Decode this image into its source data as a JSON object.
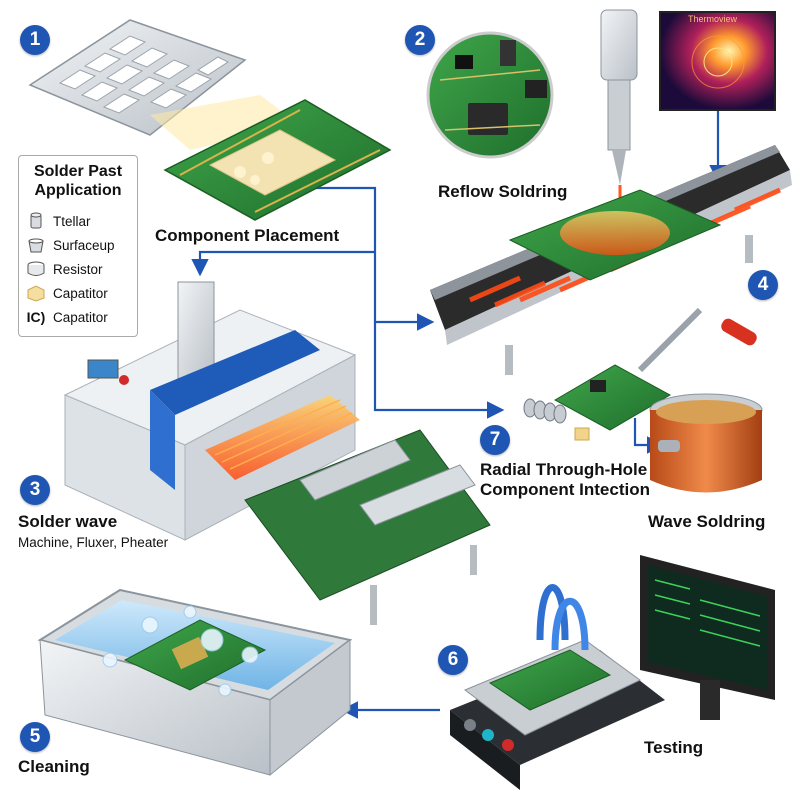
{
  "steps": [
    {
      "number": "1",
      "title": ""
    },
    {
      "number": "2",
      "title": "Reflow Soldring"
    },
    {
      "number": "3",
      "title": "Solder wave",
      "subtitle": "Machine, Fluxer, Pheater"
    },
    {
      "number": "4",
      "title": ""
    },
    {
      "number": "5",
      "title": "Cleaning"
    },
    {
      "number": "6",
      "title": "Testing"
    },
    {
      "number": "7",
      "title": "Radial Through-Hole",
      "title2": "Component Intection"
    }
  ],
  "labels": {
    "component_placement": "Component Placement",
    "wave_soldering": "Wave Soldring",
    "thermal_header": "Thermoview"
  },
  "legend": {
    "title_line1": "Solder Past",
    "title_line2": "Application",
    "items": [
      {
        "icon": "cylinder-icon",
        "label": "Ttellar"
      },
      {
        "icon": "cup-icon",
        "label": "Surfaceup"
      },
      {
        "icon": "resistor-icon",
        "label": "Resistor"
      },
      {
        "icon": "capacitor-cube-icon",
        "label": "Capatitor"
      },
      {
        "icon": "ic-text-icon",
        "icon_text": "IC)",
        "label": "Capatitor"
      }
    ]
  },
  "colors": {
    "badge": "#1f56b3",
    "arrow": "#1f56b3",
    "pcb": "#2f8a3a",
    "heat": "#ff6a1a"
  }
}
